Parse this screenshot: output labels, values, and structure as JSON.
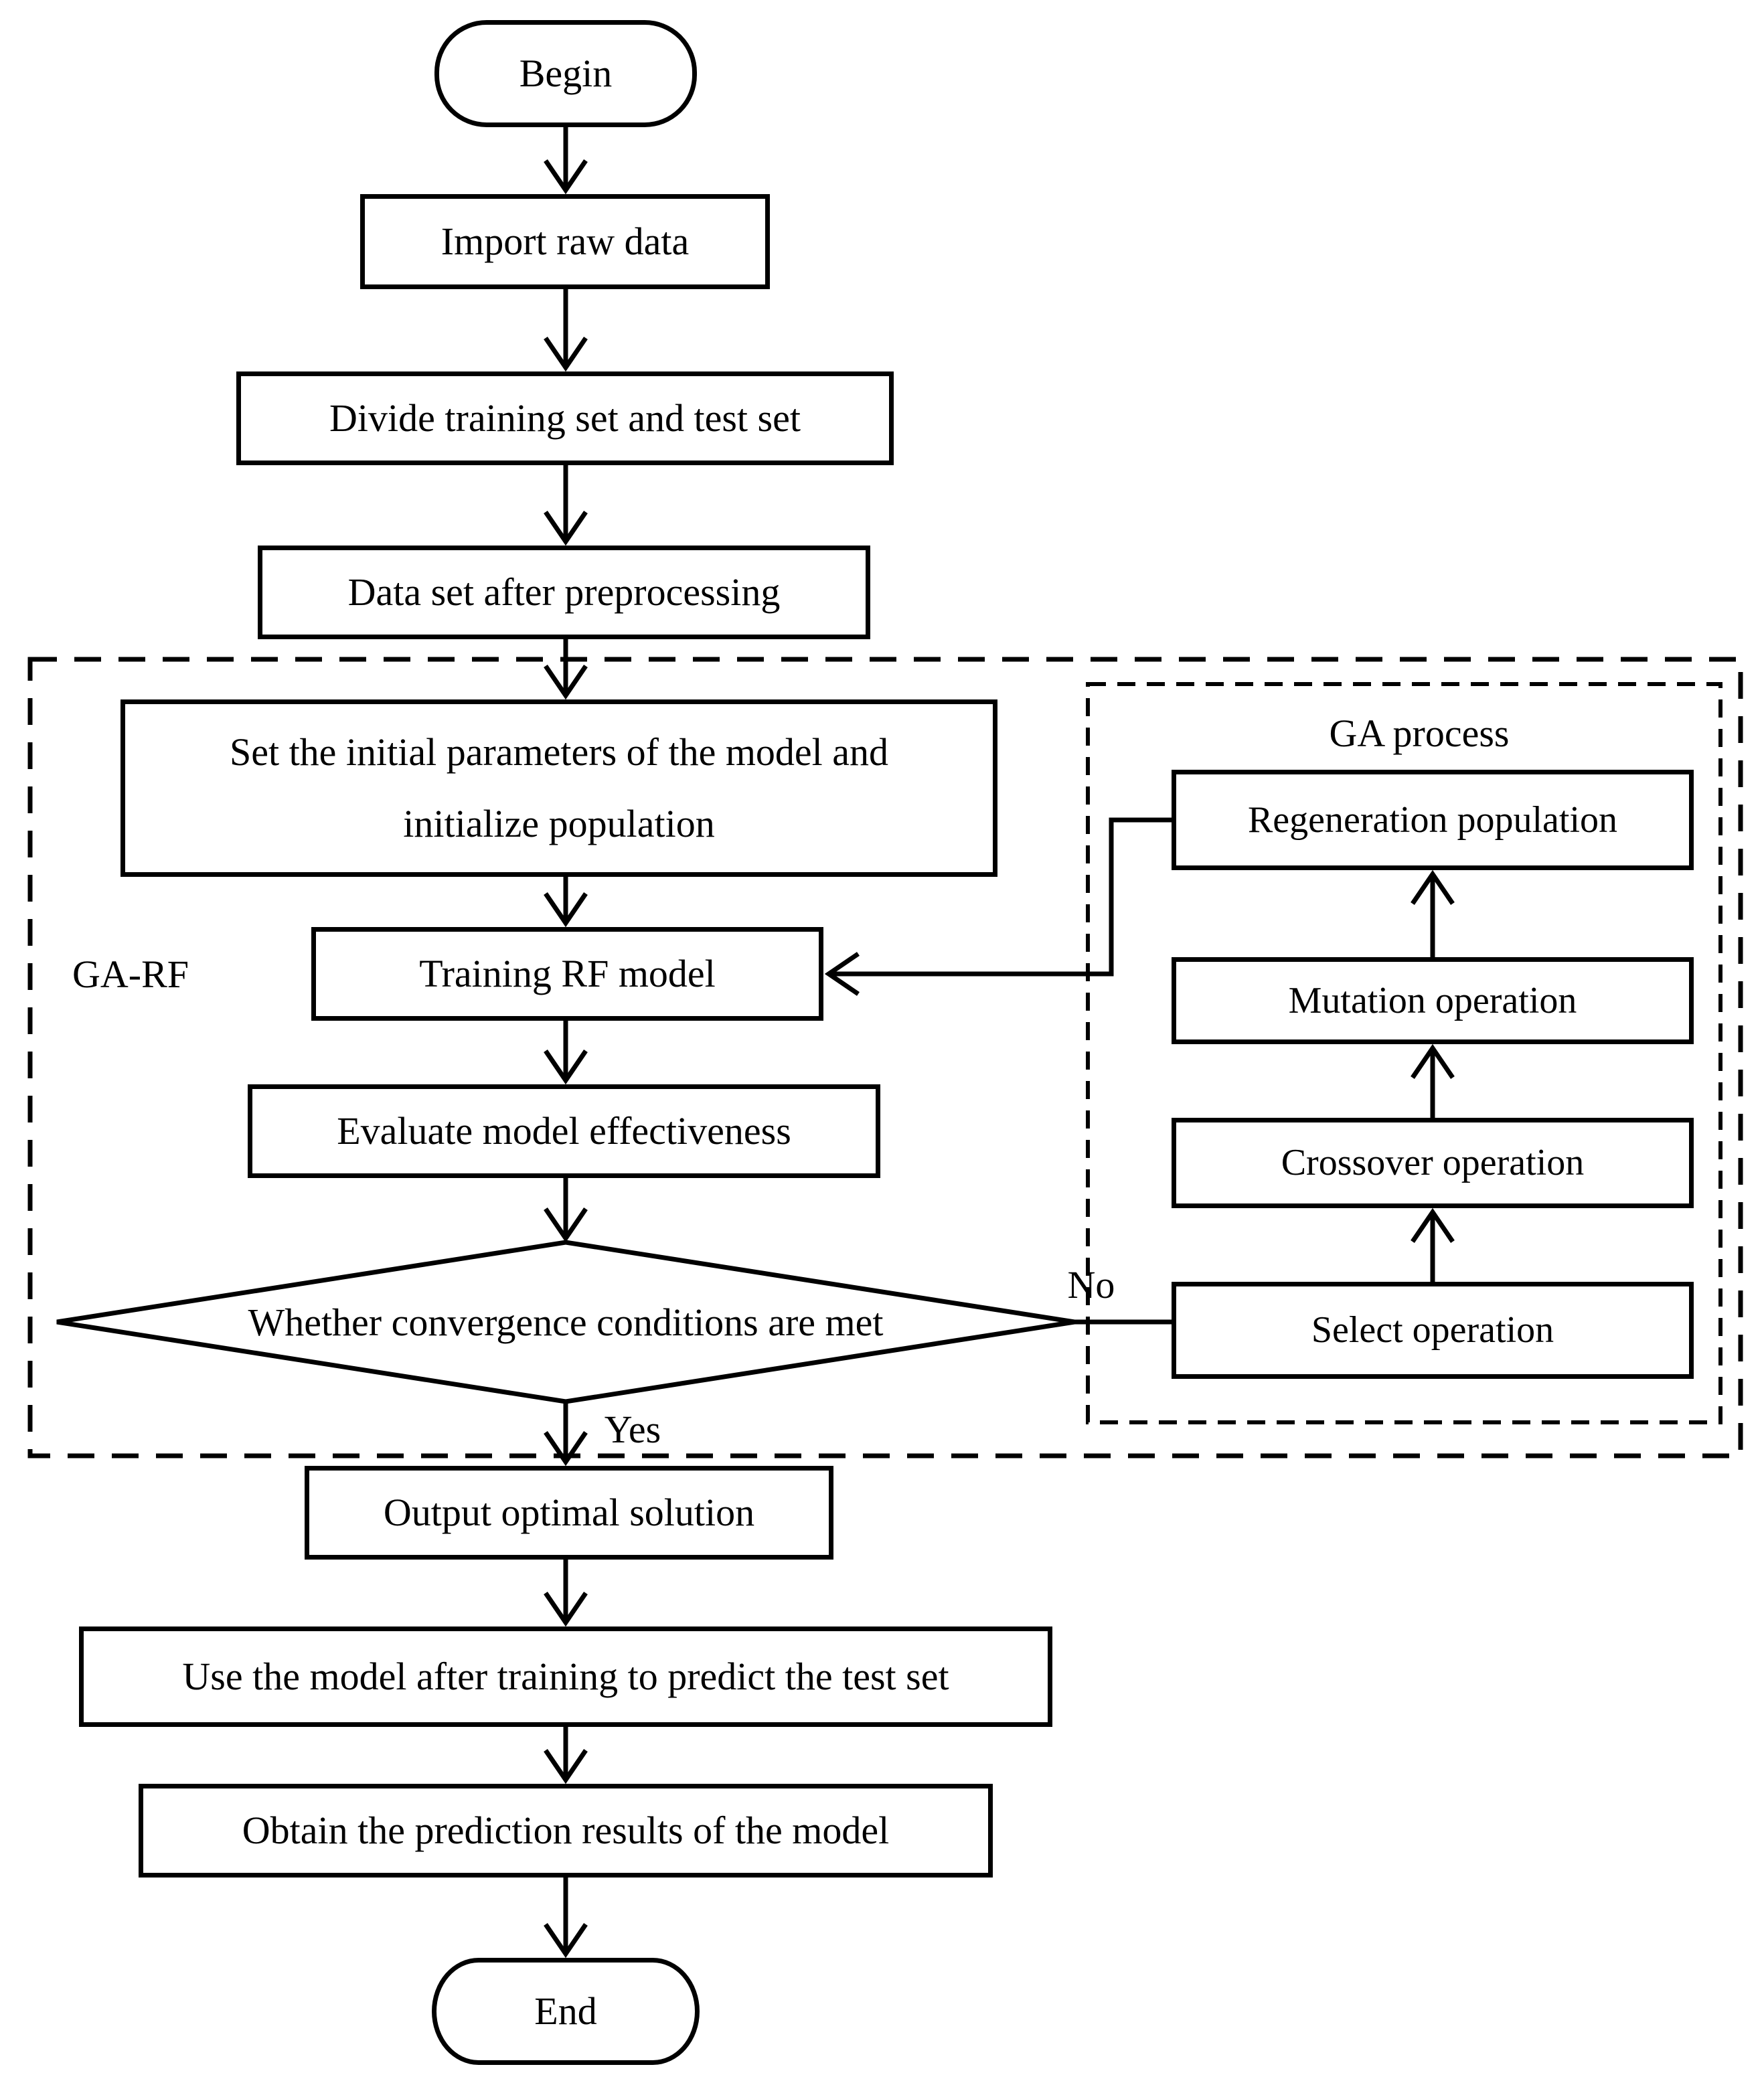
{
  "nodes": {
    "begin": "Begin",
    "import": "Import raw data",
    "divide": "Divide training set and test set",
    "dataset": "Data set after preprocessing",
    "set_params_line1": "Set the initial parameters of the model and",
    "set_params_line2": "initialize population",
    "training": "Training RF model",
    "evaluate": "Evaluate model effectiveness",
    "decision": "Whether convergence conditions are met",
    "output": "Output optimal solution",
    "use": "Use the model after training to predict the test set",
    "obtain": "Obtain the prediction results of the model",
    "end": "End"
  },
  "ga": {
    "label": "GA process",
    "regeneration": "Regeneration population",
    "mutation": "Mutation operation",
    "crossover": "Crossover operation",
    "select": "Select operation"
  },
  "labels": {
    "ga_rf": "GA-RF",
    "no": "No",
    "yes": "Yes"
  },
  "colors": {
    "stroke": "#000000",
    "background": "#ffffff",
    "text": "#000000"
  }
}
